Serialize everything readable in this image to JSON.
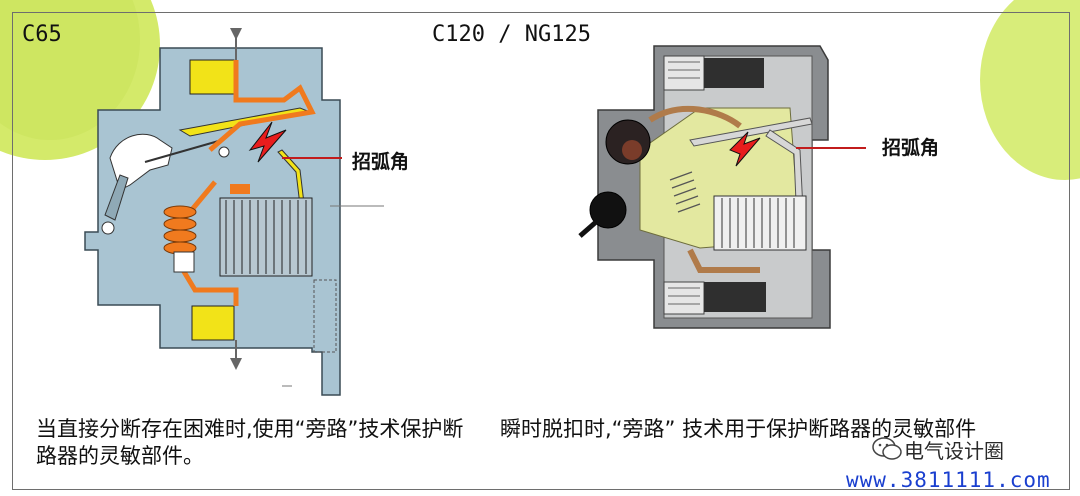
{
  "left_title": "C65",
  "right_title": "C120 / NG125",
  "left_label": "招弧角",
  "right_label": "招弧角",
  "left_caption": "当直接分断存在困难时,使用“旁路”技术保护断路器的灵敏部件。",
  "right_caption": "瞬时脱扣时,“旁路” 技术用于保护断路器的灵敏部件",
  "watermark": {
    "name": "电气设计圈",
    "url": "www.3811111.com"
  },
  "colors": {
    "green_accent": "#d4ea6a",
    "breaker_body": "#a9c4d2",
    "current_path": "#f07a1e",
    "arc_horn": "#f2e318",
    "arc_spark": "#e81d1d",
    "url_blue": "#1a3fcf"
  }
}
